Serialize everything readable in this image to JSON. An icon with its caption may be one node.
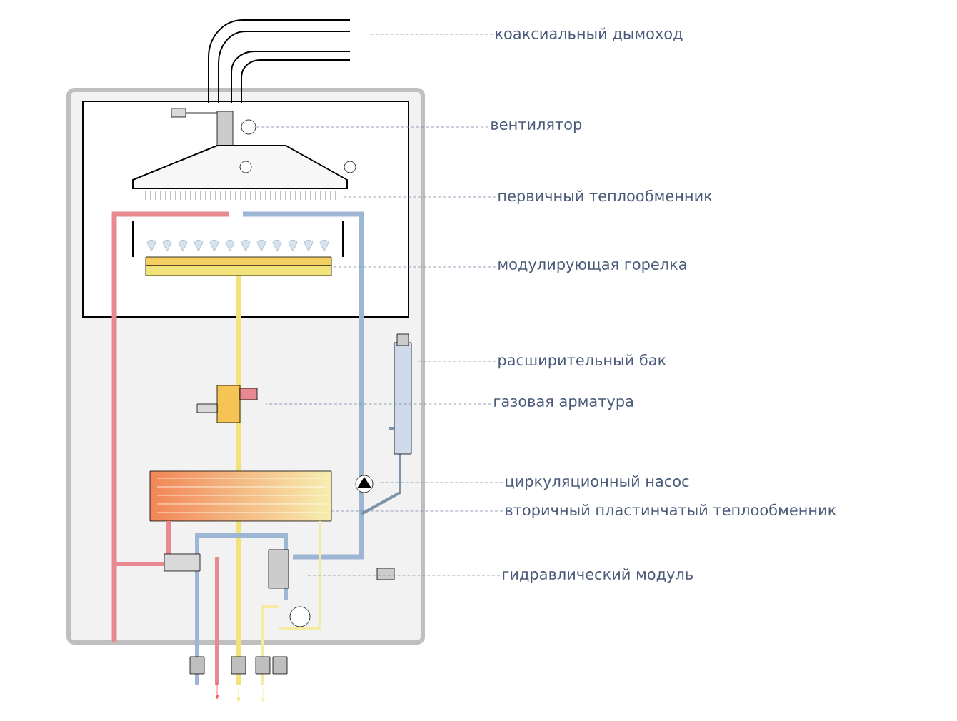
{
  "diagram": {
    "nodes": [
      {
        "text": [
          "коаксиальный дымоход"
        ]
      },
      {
        "text": [
          "вентилятор"
        ]
      },
      {
        "text": [
          "первичный теплообменник"
        ]
      },
      {
        "text": [
          "модулирующая горелка"
        ]
      },
      {
        "text": [
          "расширительный бак"
        ]
      },
      {
        "text": [
          "газовая арматура"
        ]
      },
      {
        "text": [
          "циркуляционный насос"
        ]
      },
      {
        "text": [
          "вторичный пластинчатый теплообменник"
        ]
      },
      {
        "text": [
          "гидравлический модуль"
        ]
      }
    ],
    "edges": [
      {
        "from": 0,
        "to": null,
        "arrow": "none",
        "style": "dashed"
      },
      {
        "from": 1,
        "to": null,
        "arrow": "none",
        "style": "dashed"
      },
      {
        "from": 2,
        "to": null,
        "arrow": "none",
        "style": "dashed"
      },
      {
        "from": 3,
        "to": null,
        "arrow": "none",
        "style": "dashed"
      },
      {
        "from": 4,
        "to": null,
        "arrow": "none",
        "style": "dashed"
      },
      {
        "from": 5,
        "to": null,
        "arrow": "none",
        "style": "dashed"
      },
      {
        "from": 6,
        "to": null,
        "arrow": "none",
        "style": "dashed"
      },
      {
        "from": 7,
        "to": null,
        "arrow": "none",
        "style": "dashed"
      },
      {
        "from": 8,
        "to": null,
        "arrow": "none",
        "style": "dashed"
      }
    ]
  }
}
